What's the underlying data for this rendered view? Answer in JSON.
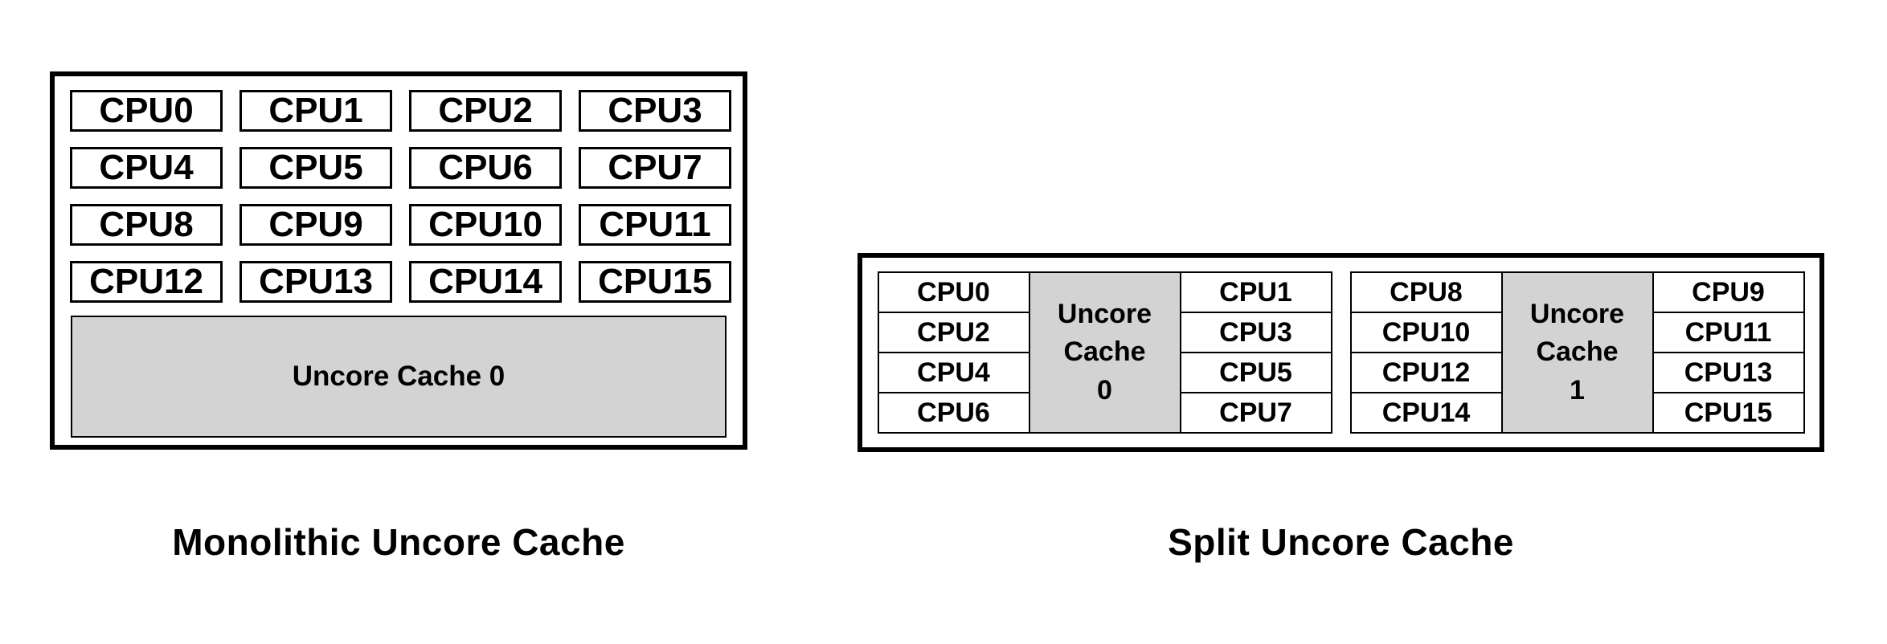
{
  "colors": {
    "background": "#ffffff",
    "border": "#000000",
    "text": "#000000",
    "cache_fill": "#d3d3d3"
  },
  "monolithic": {
    "caption": "Monolithic Uncore Cache",
    "cpus": [
      "CPU0",
      "CPU1",
      "CPU2",
      "CPU3",
      "CPU4",
      "CPU5",
      "CPU6",
      "CPU7",
      "CPU8",
      "CPU9",
      "CPU10",
      "CPU11",
      "CPU12",
      "CPU13",
      "CPU14",
      "CPU15"
    ],
    "cache_label": "Uncore Cache 0"
  },
  "split": {
    "caption": "Split Uncore Cache",
    "clusters": [
      {
        "left_cpus": [
          "CPU0",
          "CPU2",
          "CPU4",
          "CPU6"
        ],
        "cache_label": "Uncore Cache 0",
        "cache_label_lines": [
          "Uncore",
          "Cache",
          "0"
        ],
        "right_cpus": [
          "CPU1",
          "CPU3",
          "CPU5",
          "CPU7"
        ]
      },
      {
        "left_cpus": [
          "CPU8",
          "CPU10",
          "CPU12",
          "CPU14"
        ],
        "cache_label": "Uncore Cache 1",
        "cache_label_lines": [
          "Uncore",
          "Cache",
          "1"
        ],
        "right_cpus": [
          "CPU9",
          "CPU11",
          "CPU13",
          "CPU15"
        ]
      }
    ]
  }
}
